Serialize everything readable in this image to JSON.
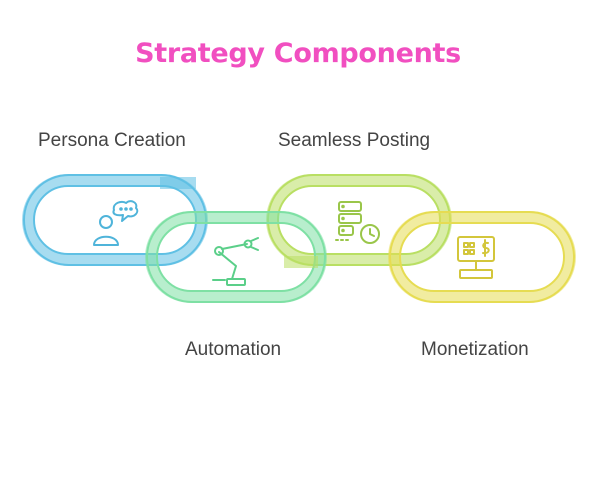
{
  "title": "Strategy Components",
  "colors": {
    "title": "#f14fc0",
    "persona": "#5fc0e4",
    "automation": "#7ee0a4",
    "posting": "#b9df63",
    "monetization": "#e6dc52"
  },
  "links": [
    {
      "label": "Persona Creation",
      "icon": "persona-thought-icon"
    },
    {
      "label": "Automation",
      "icon": "robotic-arm-icon"
    },
    {
      "label": "Seamless Posting",
      "icon": "server-clock-icon"
    },
    {
      "label": "Monetization",
      "icon": "cash-register-icon"
    }
  ]
}
